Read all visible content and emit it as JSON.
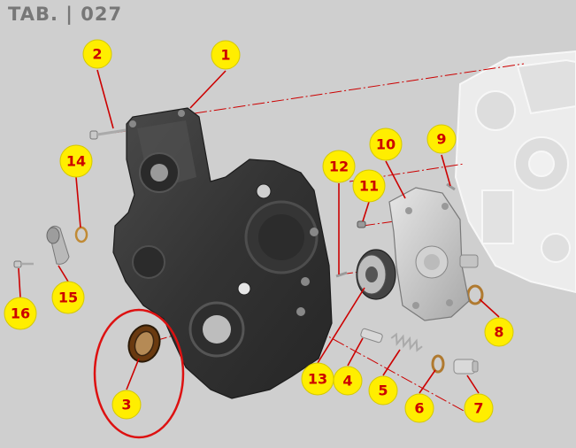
{
  "header": {
    "title": "TAB. | 027"
  },
  "callouts": [
    "1",
    "2",
    "3",
    "4",
    "5",
    "6",
    "7",
    "8",
    "9",
    "10",
    "11",
    "12",
    "13",
    "14",
    "15",
    "16"
  ],
  "colors": {
    "callout_fill": "#ffee00",
    "callout_text": "#cc0000",
    "leader_line": "#cc0000",
    "highlight_ring": "#dd1111",
    "background": "#cfcfcf",
    "part_dark": "#3a3a3a"
  },
  "highlighted_callout": "3"
}
